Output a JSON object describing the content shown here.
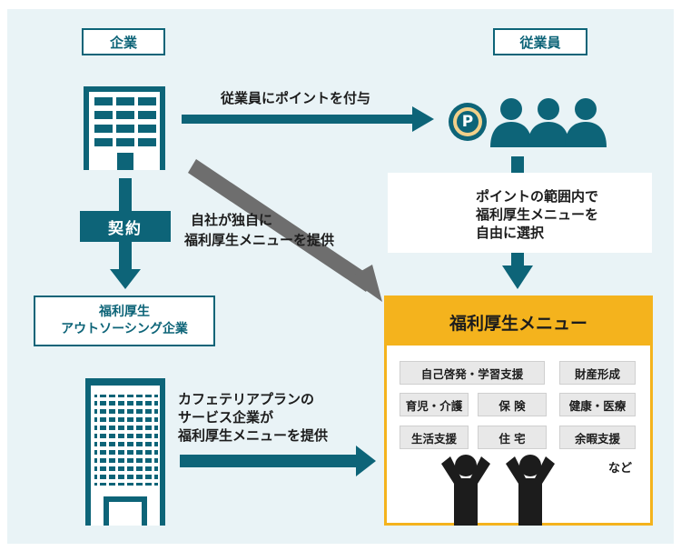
{
  "company_label": "企業",
  "employee_label": "従業員",
  "grant_points_label": "従業員にポイントを付与",
  "own_menu_label": [
    "自社が独自に",
    "福利厚生メニューを提供"
  ],
  "contract_label": "契約",
  "outsourcing_label": [
    "福利厚生",
    "アウトソーシング企業"
  ],
  "choice_label": [
    "ポイントの範囲内で",
    "福利厚生メニューを",
    "自由に選択"
  ],
  "point_symbol": "P",
  "cafeteria_label": [
    "カフェテリアプランの",
    "サービス企業が",
    "福利厚生メニューを提供"
  ],
  "menu": {
    "title": "福利厚生メニュー",
    "items": [
      "自己啓発・学習支援",
      "財産形成",
      "育児・介護",
      "保 険",
      "健康・医療",
      "生活支援",
      "住 宅",
      "余暇支援"
    ],
    "etc": "など"
  },
  "colors": {
    "teal": "#0d6478",
    "orange": "#f4b31d",
    "grey_arrow": "#6e6e6e",
    "background": "#e9f3f6"
  }
}
